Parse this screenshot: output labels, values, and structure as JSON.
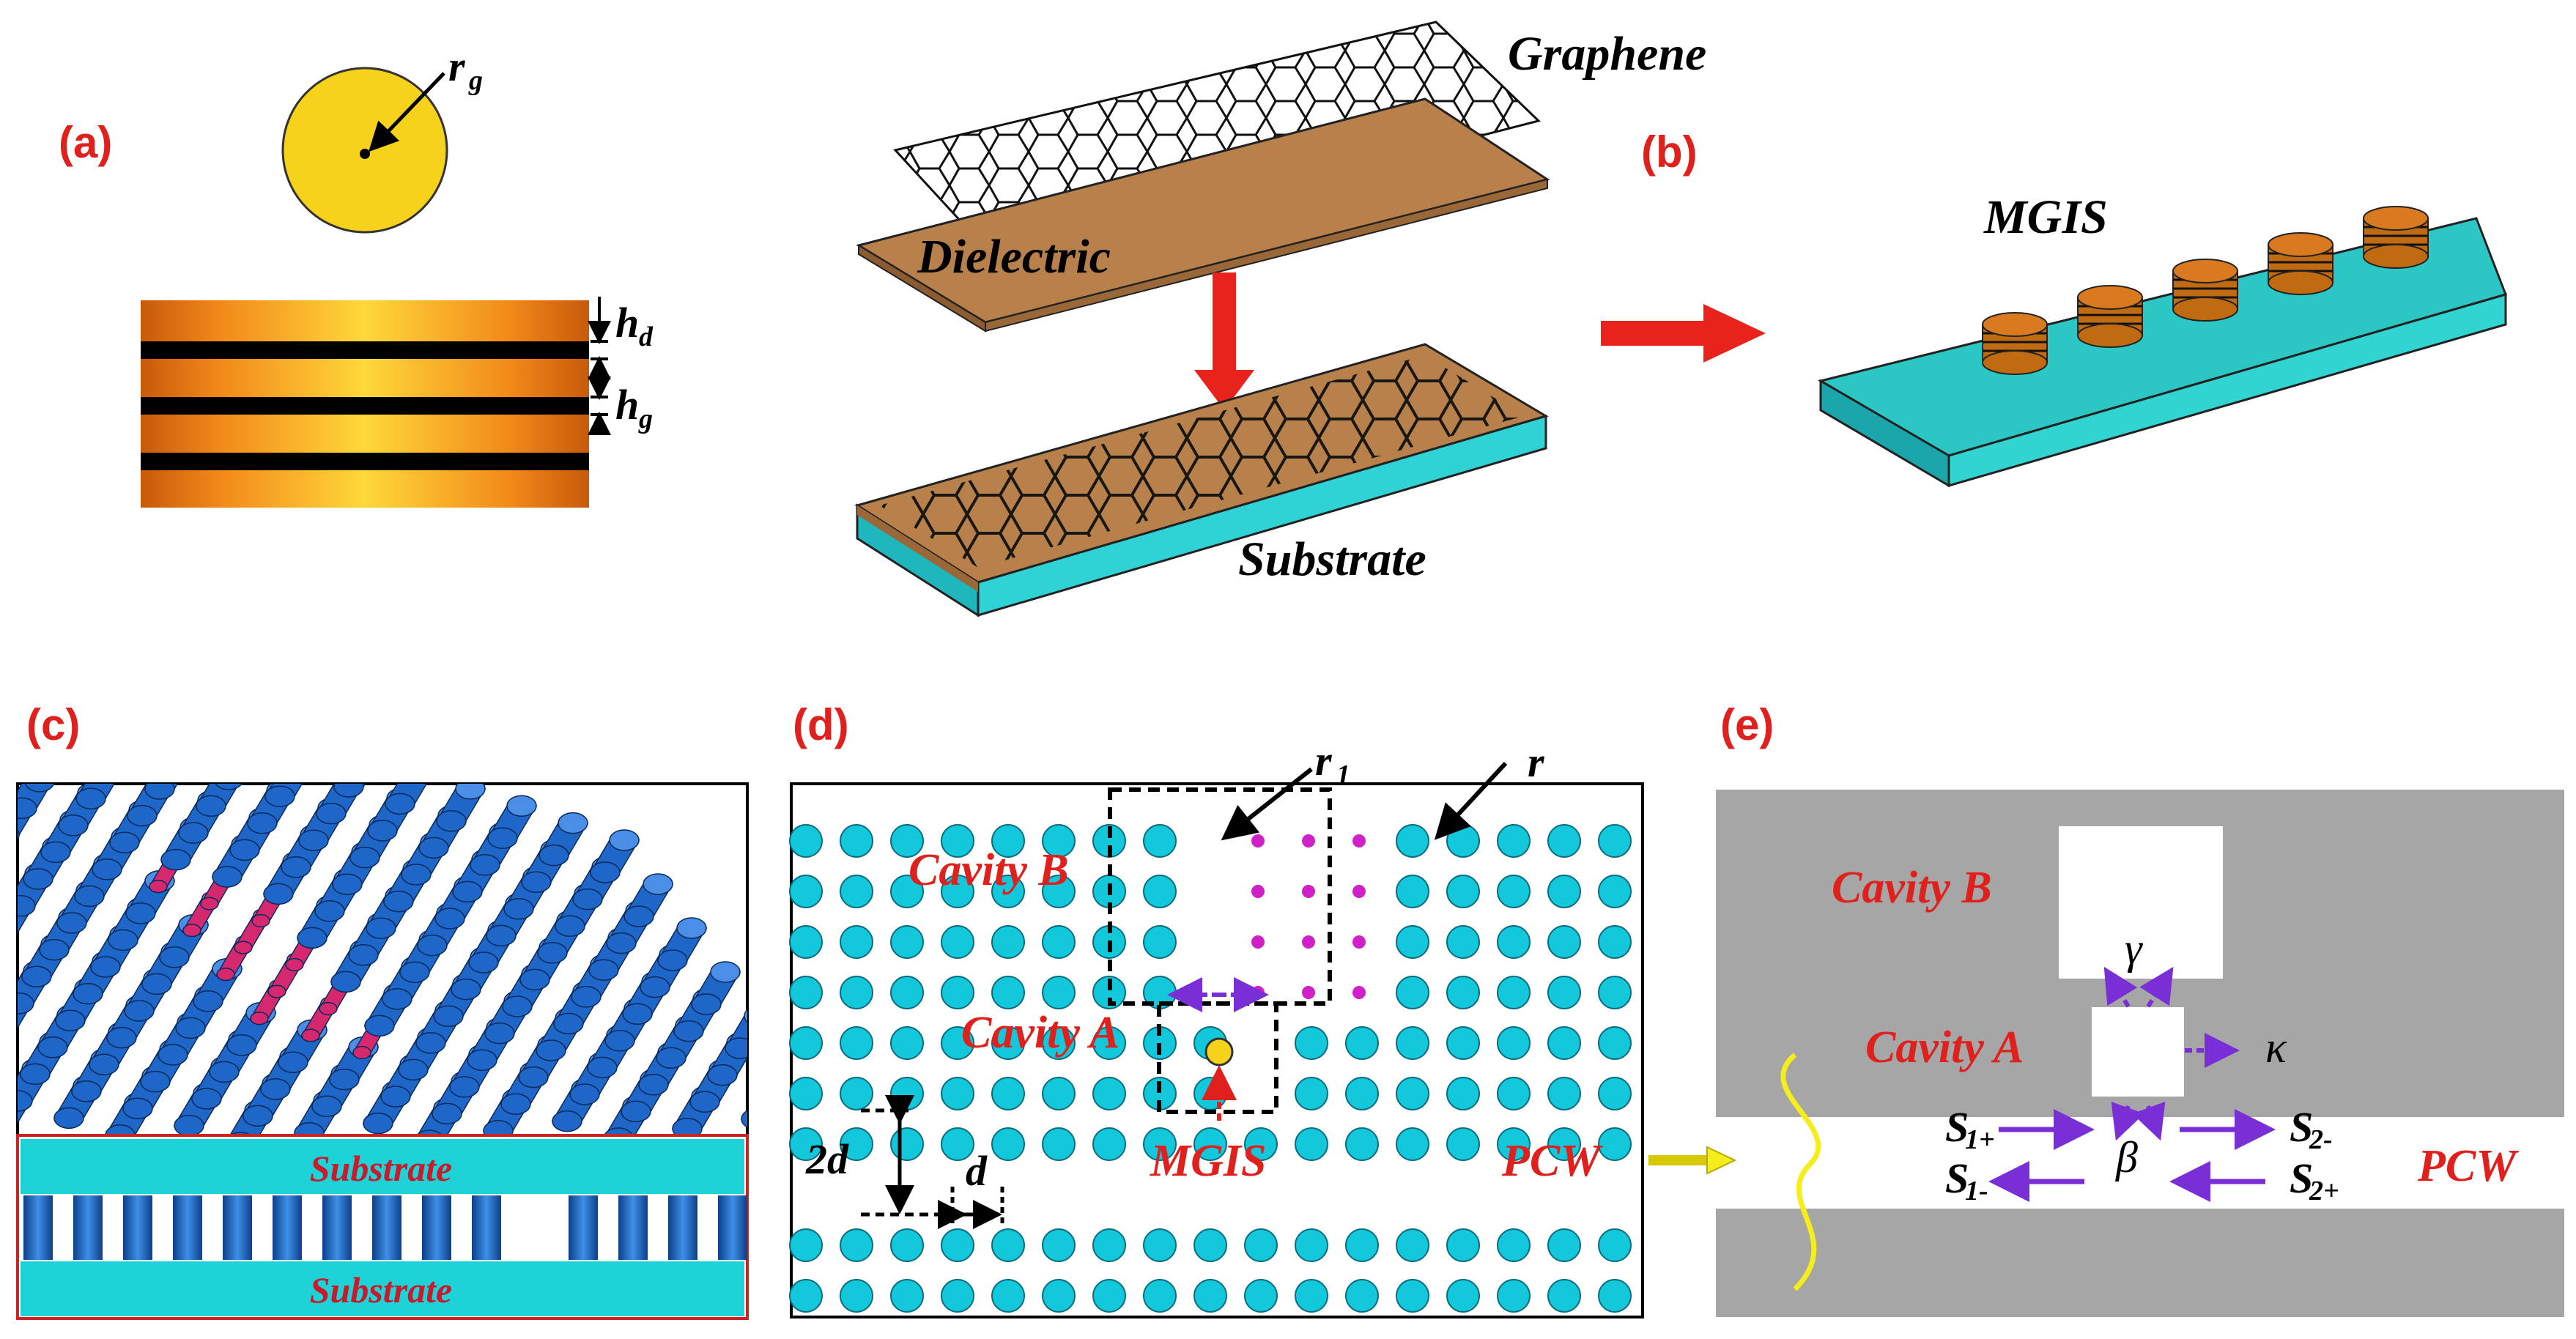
{
  "panels": {
    "a": {
      "tag": "(a)",
      "r_sym": "r",
      "r_sub": "g",
      "hd_sym": "h",
      "hd_sub": "d",
      "hg_sym": "h",
      "hg_sub": "g"
    },
    "b": {
      "tag": "(b)",
      "graphene": "Graphene",
      "dielectric": "Dielectric",
      "substrate": "Substrate",
      "mgis": "MGIS"
    },
    "c": {
      "tag": "(c)",
      "substrate_top": "Substrate",
      "substrate_bottom": "Substrate"
    },
    "d": {
      "tag": "(d)",
      "r1_sym": "r",
      "r1_sub": "1",
      "r_sym": "r",
      "cavity_b": "Cavity B",
      "cavity_a": "Cavity A",
      "two_d": "2d",
      "d": "d",
      "mgis": "MGIS",
      "pcw": "PCW"
    },
    "e": {
      "tag": "(e)",
      "cavity_b": "Cavity B",
      "cavity_a": "Cavity A",
      "gamma": "γ",
      "kappa": "κ",
      "beta": "β",
      "pcw": "PCW",
      "s1p": "S",
      "s1p_sub": "1+",
      "s1m": "S",
      "s1m_sub": "1-",
      "s2m": "S",
      "s2m_sub": "2-",
      "s2p": "S",
      "s2p_sub": "2+"
    }
  },
  "colors": {
    "label_red": "#e0201c",
    "gold": "#f7d21a",
    "copper": "#b8804a",
    "teal": "#20c6c6",
    "cyan_rod": "#14c8dc",
    "blue_rod": "#1e66c8",
    "magenta_rod": "#d6286e",
    "purple_arrow": "#7a2fd6",
    "gray_slab": "#a6a6a6"
  },
  "icons": [
    "arrow-down-icon",
    "arrow-right-icon",
    "graphene-lattice-icon",
    "wave-icon"
  ]
}
